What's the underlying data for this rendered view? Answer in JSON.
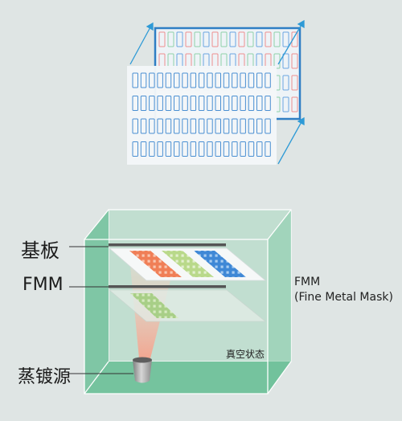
{
  "labels": {
    "substrate": "基板",
    "fmm": "FMM",
    "source": "蒸镀源",
    "fmm_full_line1": "FMM",
    "fmm_full_line2": "(Fine Metal Mask)",
    "vacuum": "真空状态"
  },
  "colors": {
    "background": "#dfe5e4",
    "chamber_green": "#7fc9a5",
    "chamber_edge": "#ffffff",
    "arrow_blue": "#2e9ad6",
    "back_panel_frame": "#2f7ec4",
    "front_panel_cell": "#4a8fd2",
    "red_pattern": "#f07f57",
    "green_pattern": "#b9d98a",
    "blue_pattern": "#3f88d6",
    "mask_bar": "#555555",
    "vapor": "#f4b6a3",
    "crucible": "#9b9b9b"
  },
  "sub_pixel_colors": [
    "red",
    "green",
    "blue"
  ]
}
